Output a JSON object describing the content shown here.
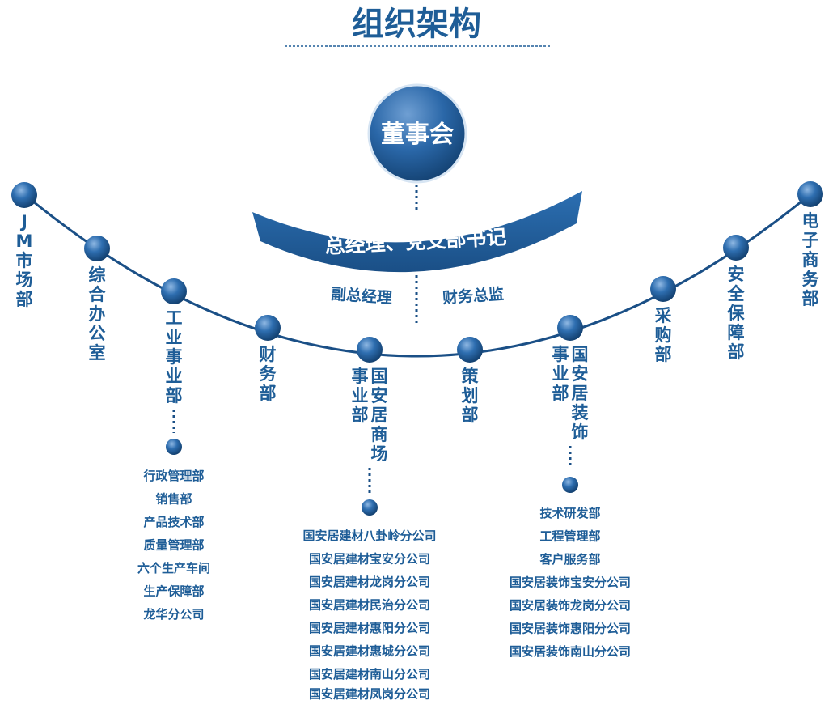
{
  "title": "组织架构",
  "board": "董事会",
  "gm": "总经理、党支部书记",
  "sub_left": "副总经理",
  "sub_right": "财务总监",
  "departments": [
    {
      "name": "JM市场部"
    },
    {
      "name": "综合办公室"
    },
    {
      "name": "工业事业部"
    },
    {
      "name": "财务部"
    },
    {
      "name": "国安居商场事业部"
    },
    {
      "name": "策划部"
    },
    {
      "name": "国安居装饰事业部"
    },
    {
      "name": "采购部"
    },
    {
      "name": "安全保障部"
    },
    {
      "name": "电子商务部"
    }
  ],
  "sub_units": [
    {
      "parent": "工业事业部",
      "items": [
        "行政管理部",
        "销售部",
        "产品技术部",
        "质量管理部",
        "六个生产车间",
        "生产保障部",
        "龙华分公司"
      ]
    },
    {
      "parent": "国安居商场事业部",
      "items": [
        "国安居建材八卦岭分公司",
        "国安居建材宝安分公司",
        "国安居建材龙岗分公司",
        "国安居建材民治分公司",
        "国安居建材惠阳分公司",
        "国安居建材惠城分公司",
        "国安居建材南山分公司",
        "国安居建材凤岗分公司"
      ]
    },
    {
      "parent": "国安居装饰事业部",
      "items": [
        "技术研发部",
        "工程管理部",
        "客户服务部",
        "国安居装饰宝安分公司",
        "国安居装饰龙岗分公司",
        "国安居装饰惠阳分公司",
        "国安居装饰南山分公司"
      ]
    }
  ],
  "colors": {
    "primary": "#1e5d97",
    "dark": "#1a4f86",
    "light": "#4f88c4"
  }
}
